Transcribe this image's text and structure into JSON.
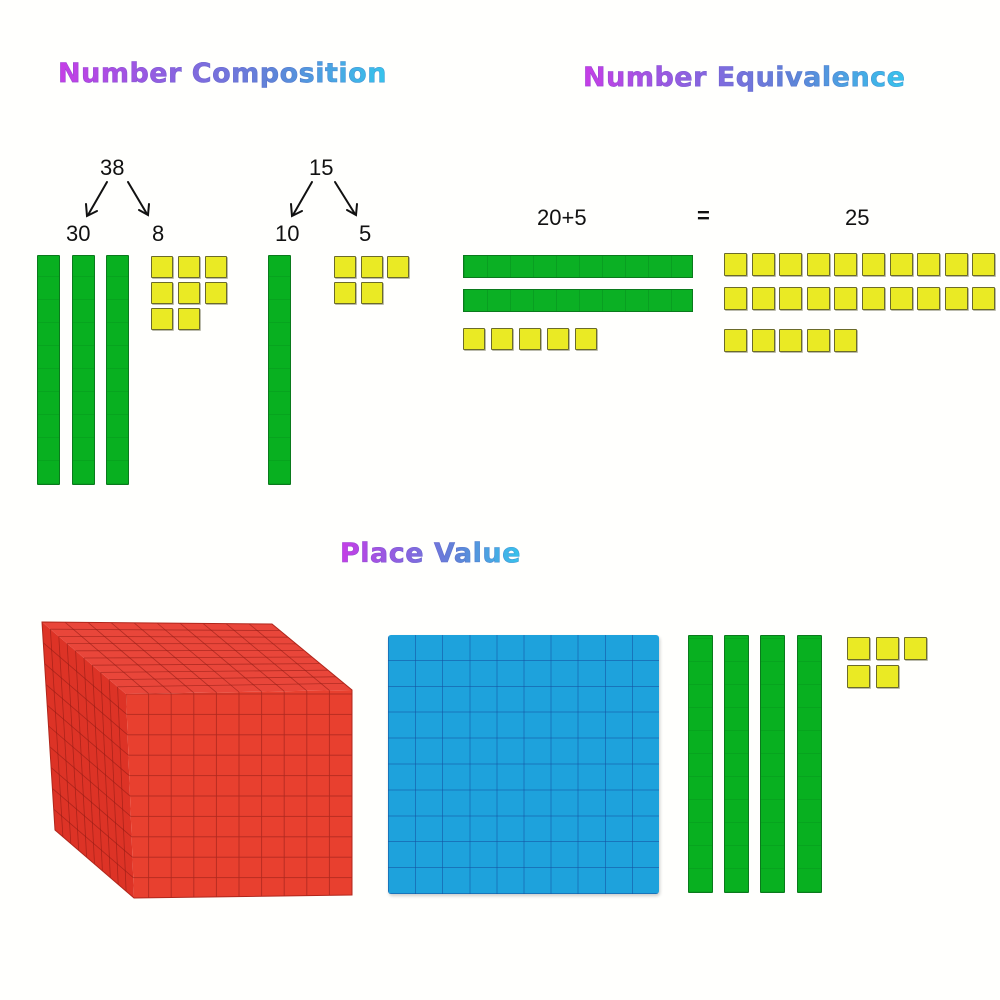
{
  "sections": {
    "composition": {
      "title": "Number Composition",
      "examples": [
        {
          "total": "38",
          "tens": "30",
          "ones": "8",
          "rods": 3,
          "units": 8
        },
        {
          "total": "15",
          "tens": "10",
          "ones": "5",
          "rods": 1,
          "units": 5
        }
      ]
    },
    "equivalence": {
      "title": "Number Equivalence",
      "left_expression": "20+5",
      "equals_sign": "=",
      "right_value": "25",
      "left_rods": 2,
      "left_units": 5,
      "right_units": 25
    },
    "place_value": {
      "title": "Place Value",
      "blocks": [
        {
          "name": "thousand-cube",
          "value": 1000,
          "color": "#e8372a"
        },
        {
          "name": "hundred-flat",
          "value": 100,
          "color": "#1ea2dc"
        },
        {
          "name": "ten-rods",
          "count": 4,
          "color": "#08b020"
        },
        {
          "name": "unit-cubes",
          "count": 5,
          "color": "#eaea24"
        }
      ]
    }
  },
  "colors": {
    "rod_green": "#08b020",
    "unit_yellow": "#eaea24",
    "flat_blue": "#1ea2dc",
    "cube_red": "#e8372a",
    "title_gradient_start": "#c63de6",
    "title_gradient_end": "#36c4ec"
  }
}
